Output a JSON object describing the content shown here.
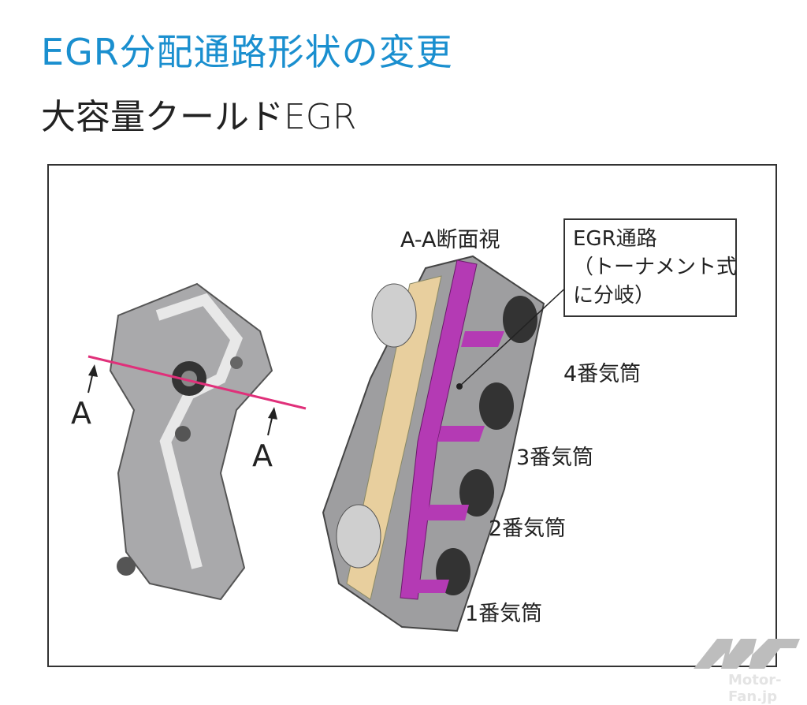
{
  "header": {
    "title": "EGR分配通路形状の変更",
    "subtitle": "大容量クールドEGR"
  },
  "diagram": {
    "section_label": "A-A断面視",
    "callout_lines": [
      "EGR通路",
      "（トーナメント式",
      "に分岐）"
    ],
    "section_marks": [
      "A",
      "A"
    ],
    "cylinders": [
      "4番気筒",
      "3番気筒",
      "2番気筒",
      "1番気筒"
    ],
    "colors": {
      "title": "#1a8fcf",
      "egr_passage": "#b43ab4",
      "section_line": "#e0307a"
    }
  },
  "watermark": {
    "text": "Motor-Fan.jp"
  }
}
